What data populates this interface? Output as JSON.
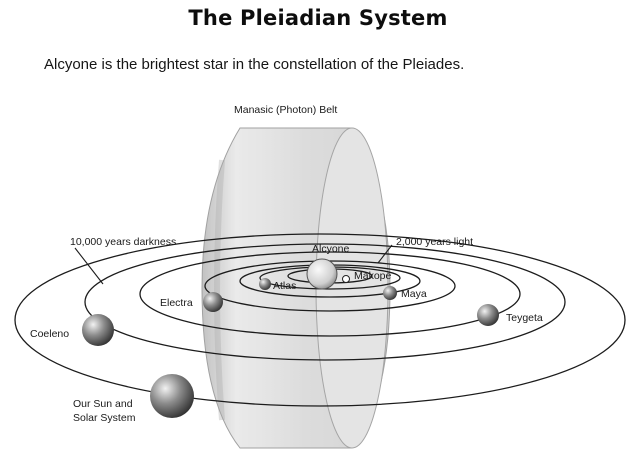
{
  "title": "The Pleiadian System",
  "subtitle": "Alcyone is the brightest star in the constellation of the Pleiades.",
  "labels": {
    "belt": "Manasic (Photon) Belt",
    "darkness": "10,000 years darkness",
    "light": "2,000 years light",
    "alcyone": "Alcyone",
    "makope": "Makope",
    "atlas": "Atlas",
    "maya": "Maya",
    "electra": "Electra",
    "teygeta": "Teygeta",
    "coeleno": "Coeleno",
    "sun_line1": "Our Sun and",
    "sun_line2": "Solar System"
  }
}
